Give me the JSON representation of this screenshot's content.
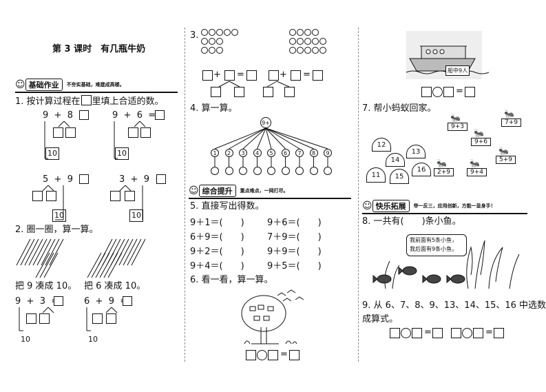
{
  "lesson_title": "第 3 课时　有几瓶牛奶",
  "banner_basic": {
    "label": "基础作业",
    "sub": "不夯实基础，难建成高楼。"
  },
  "banner_combined": {
    "label": "综合提升",
    "sub": "重点难点，一网打尽。"
  },
  "banner_fun": {
    "label": "快乐拓展",
    "sub": "举一反三，应用创新，方能一显身手！"
  },
  "q1": {
    "prompt": "1. 按计算过程在",
    "prompt2": "里填上合适的数。",
    "exprs": [
      {
        "a": "9",
        "op": "+",
        "b": "8",
        "eq": "=",
        "ten": "10"
      },
      {
        "a": "9",
        "op": "+",
        "b": "6",
        "eq": "=",
        "ten": "10"
      },
      {
        "a": "5",
        "op": "+",
        "b": "9",
        "eq": "=",
        "ten": "10"
      },
      {
        "a": "3",
        "op": "+",
        "b": "9",
        "eq": "=",
        "ten": "10"
      }
    ]
  },
  "q2": {
    "prompt": "2. 圈一圈，算一算。",
    "caption_left": "把 9 凑成 10。",
    "caption_right": "把 6 凑成 10。",
    "left_expr": {
      "a": "9",
      "op": "+",
      "b": "3",
      "eq": "=",
      "ten": "10"
    },
    "right_expr": {
      "a": "6",
      "op": "+",
      "b": "9",
      "eq": "=",
      "ten": "10"
    }
  },
  "q3": {
    "prompt": "3."
  },
  "q4": {
    "prompt": "4. 算一算。",
    "top": "9+",
    "nums": [
      "1",
      "2",
      "3",
      "4",
      "5",
      "6",
      "7",
      "8",
      "9"
    ]
  },
  "q5": {
    "prompt": "5. 直接写出得数。",
    "rows": [
      [
        "9＋1＝(　　)",
        "9＋6＝(　　)"
      ],
      [
        "6＋9＝(　　)",
        "7＋9＝(　　)"
      ],
      [
        "9＋2＝(　　)",
        "9＋9＝(　　)"
      ],
      [
        "9＋4＝(　　)",
        "9＋5＝(　　)"
      ]
    ]
  },
  "q6": {
    "prompt": "6. 看一看，算一算。"
  },
  "boat_label": "船中9人",
  "q7": {
    "prompt": "7. 帮小蚂蚁回家。",
    "hills": [
      "12",
      "13",
      "14",
      "16",
      "11",
      "15"
    ],
    "ants": [
      "9+3",
      "7+9",
      "9+6",
      "5+9",
      "2+9",
      "9+4"
    ]
  },
  "q8": {
    "prompt": "8. 一共有(　　)条小鱼。",
    "speech_line1": "我前面有5条小鱼，",
    "speech_line2": "我后面有9条小鱼。"
  },
  "q9": {
    "prompt_line1": "9. 从 6、7、8、9、13、14、15、16 中选数组",
    "prompt_line2": "成算式。"
  },
  "symbols": {
    "plus": "+",
    "eq": "="
  }
}
